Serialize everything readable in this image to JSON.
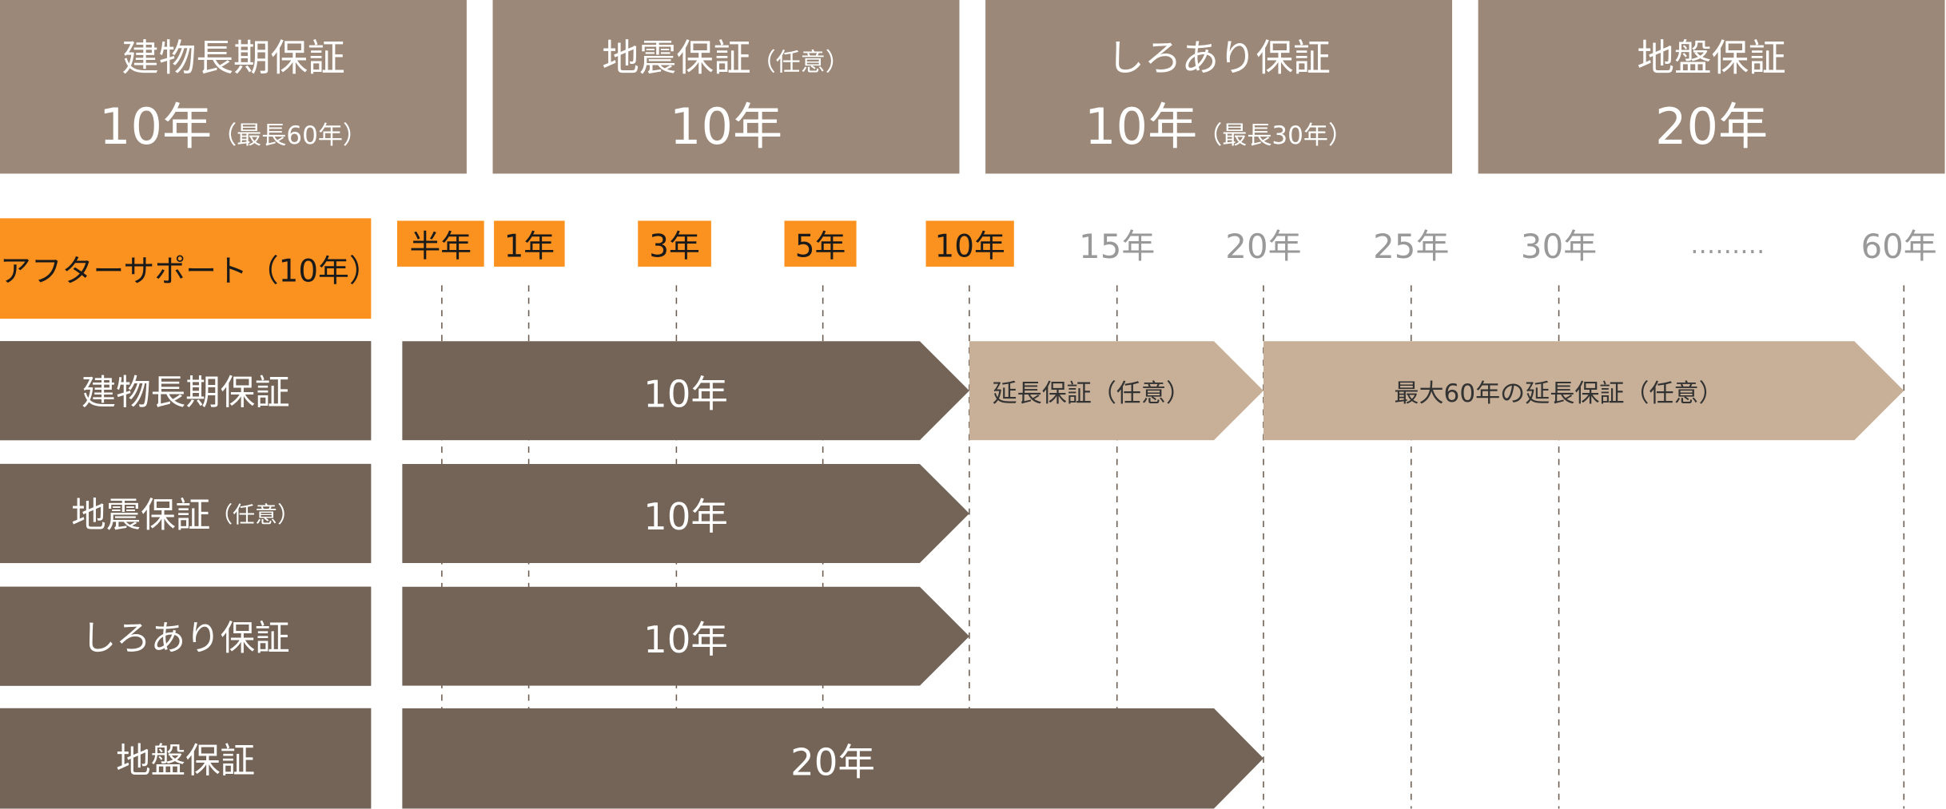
{
  "summary": [
    {
      "title": "建物長期保証",
      "value": "10年",
      "note": "（最長60年）"
    },
    {
      "title": "地震保証",
      "title_note": "（任意）",
      "value": "10年",
      "note": ""
    },
    {
      "title": "しろあり保証",
      "value": "10年",
      "note": "（最長30年）"
    },
    {
      "title": "地盤保証",
      "value": "20年",
      "note": ""
    }
  ],
  "after_support": "アフターサポート（10年）",
  "highlighted_years": [
    "半年",
    "1年",
    "3年",
    "5年",
    "10年"
  ],
  "other_years": [
    "15年",
    "20年",
    "25年",
    "30年",
    "………",
    "60年"
  ],
  "rows": [
    {
      "label": "建物長期保証",
      "bar": "10年",
      "ext1": "延長保証（任意）",
      "ext2": "最大60年の延長保証（任意）"
    },
    {
      "label": "地震保証",
      "label_note": "（任意）",
      "bar": "10年"
    },
    {
      "label": "しろあり保証",
      "bar": "10年"
    },
    {
      "label": "地盤保証",
      "bar": "20年"
    }
  ],
  "colors": {
    "summary": "#9b8878",
    "dark": "#736457",
    "light": "#c8b098",
    "orange": "#fb9220"
  }
}
